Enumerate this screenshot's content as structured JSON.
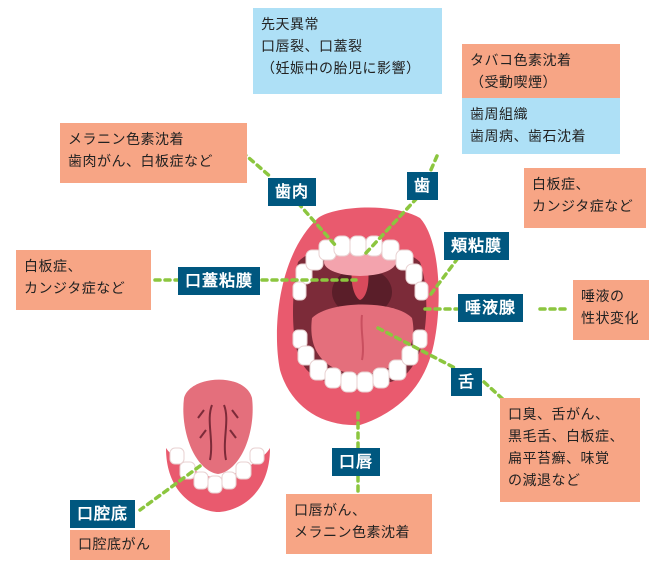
{
  "boxes": {
    "congenital": [
      "先天異常",
      "口唇裂、口蓋裂",
      "（妊娠中の胎児に影響）"
    ],
    "tobacco": [
      "タバコ色素沈着",
      "（受動喫煙）"
    ],
    "periodontal": [
      "歯周組織",
      "歯周病、歯石沈着"
    ],
    "gum_disease": [
      "メラニン色素沈着",
      "歯肉がん、白板症など"
    ],
    "buccal_disease": [
      "白板症、",
      "カンジタ症など"
    ],
    "palate_disease": [
      "白板症、",
      "カンジタ症など"
    ],
    "saliva_disease": [
      "唾液の",
      "性状変化"
    ],
    "tongue_disease": [
      "口臭、舌がん、",
      "黒毛舌、白板症、",
      "扁平苔癬、味覚",
      "の減退など"
    ],
    "lip_disease": [
      "口唇がん、",
      "メラニン色素沈着"
    ],
    "floor_disease": [
      "口腔底がん"
    ]
  },
  "tags": {
    "gum": "歯肉",
    "tooth": "歯",
    "buccal": "頬粘膜",
    "palate": "口蓋粘膜",
    "saliva": "唾液腺",
    "tongue": "舌",
    "lip": "口唇",
    "floor": "口腔底"
  },
  "colors": {
    "tag_bg": "#00577f",
    "orange_box": "#f7a585",
    "blue_box": "#aee0f6",
    "lip": "#e95a6e",
    "mouth_interior": "#7c2b39",
    "tongue": "#e46f7c",
    "connector": "#8cc63f"
  }
}
